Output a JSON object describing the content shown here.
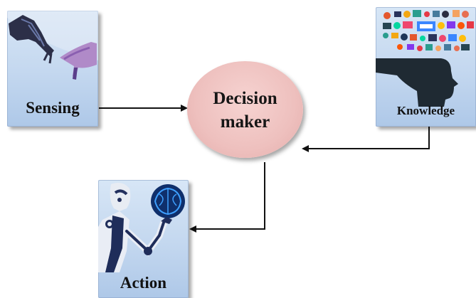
{
  "nodes": {
    "sensing": {
      "label": "Sensing"
    },
    "knowledge": {
      "label": "Knowledge"
    },
    "decision_maker": {
      "line1": "Decision",
      "line2": "maker"
    },
    "action": {
      "label": "Action"
    }
  },
  "edges": [
    {
      "from": "Sensing",
      "to": "Decision maker"
    },
    {
      "from": "Knowledge",
      "to": "Decision maker"
    },
    {
      "from": "Decision maker",
      "to": "Action"
    }
  ],
  "colors": {
    "card_fill": "#c3d7ef",
    "ellipse_fill": "#eec0be",
    "arrow": "#111111"
  },
  "icons": {
    "sensing": "robot-hand-touching-human-hand",
    "knowledge": "head-silhouette-with-app-icons",
    "action": "robot-holding-brain"
  }
}
